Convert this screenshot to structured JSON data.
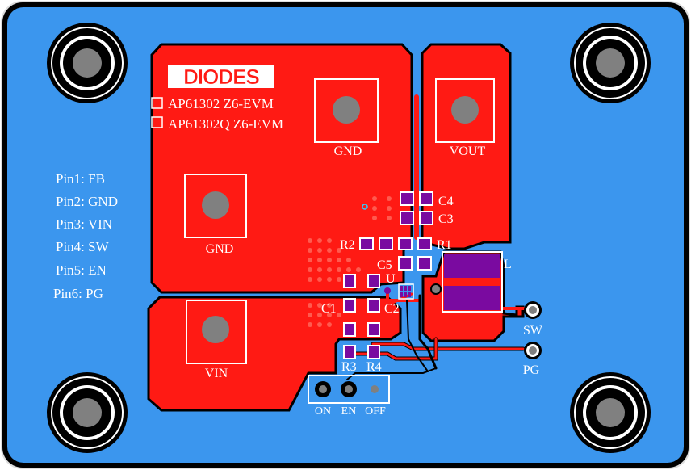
{
  "board": {
    "logo": "DIODES",
    "title_options": [
      "AP61302 Z6-EVM",
      "AP61302Q Z6-EVM"
    ]
  },
  "pads": {
    "gnd_top": "GND",
    "vout": "VOUT",
    "gnd_left": "GND",
    "vin": "VIN"
  },
  "pin_map": [
    "Pin1: FB",
    "Pin2: GND",
    "Pin3: VIN",
    "Pin4: SW",
    "Pin5: EN",
    "Pin6: PG"
  ],
  "components": {
    "c4": "C4",
    "c3": "C3",
    "r2": "R2",
    "r1": "R1",
    "c5": "C5",
    "u": "U",
    "l": "L",
    "c1": "C1",
    "c2": "C2",
    "r3": "R3",
    "r4": "R4"
  },
  "test_points": {
    "sw": "SW",
    "pg": "PG"
  },
  "jumper": {
    "on": "ON",
    "en": "EN",
    "off": "OFF"
  },
  "colors": {
    "board": "#3b96ee",
    "copper": "#ff1a14",
    "pad": "#7a0aa0",
    "hole": "#808080",
    "silk": "#ffffff",
    "outline": "#000000"
  }
}
